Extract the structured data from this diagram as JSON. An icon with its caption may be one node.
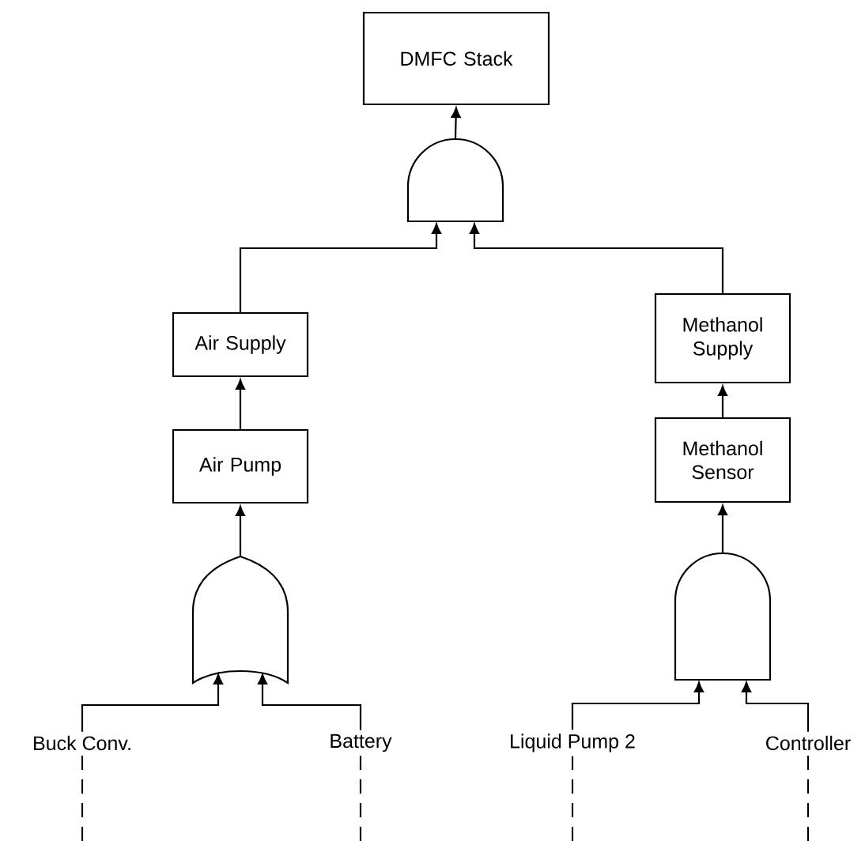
{
  "diagram": {
    "nodes": [
      {
        "text": [
          "DMFC Stack"
        ]
      },
      {
        "text": [],
        "shape": "and-gate"
      },
      {
        "text": [
          "Air Supply"
        ]
      },
      {
        "text": [
          "Methanol Supply"
        ]
      },
      {
        "text": [
          "Air Pump"
        ]
      },
      {
        "text": [
          "Methanol Sensor"
        ]
      },
      {
        "text": [],
        "shape": "or-gate"
      },
      {
        "text": [],
        "shape": "and-gate"
      },
      {
        "text": [
          "Buck Conv."
        ]
      },
      {
        "text": [
          "Battery"
        ]
      },
      {
        "text": [
          "Liquid Pump 2"
        ]
      },
      {
        "text": [
          "Controller"
        ]
      }
    ],
    "edges": [
      {
        "from": 1,
        "to": 0,
        "arrow": "to"
      },
      {
        "from": 2,
        "to": 1,
        "arrow": "to"
      },
      {
        "from": 3,
        "to": 1,
        "arrow": "to"
      },
      {
        "from": 4,
        "to": 2,
        "arrow": "to"
      },
      {
        "from": 5,
        "to": 3,
        "arrow": "to"
      },
      {
        "from": 6,
        "to": 4,
        "arrow": "to"
      },
      {
        "from": 7,
        "to": 5,
        "arrow": "to"
      },
      {
        "from": 8,
        "to": 6,
        "arrow": "to"
      },
      {
        "from": 9,
        "to": 6,
        "arrow": "to"
      },
      {
        "from": 10,
        "to": 7,
        "arrow": "to"
      },
      {
        "from": 11,
        "to": 7,
        "arrow": "to"
      },
      {
        "from": null,
        "to": 8,
        "arrow": "none",
        "style": "dashed"
      },
      {
        "from": null,
        "to": 9,
        "arrow": "none",
        "style": "dashed"
      },
      {
        "from": null,
        "to": 10,
        "arrow": "none",
        "style": "dashed"
      },
      {
        "from": null,
        "to": 11,
        "arrow": "none",
        "style": "dashed"
      }
    ]
  }
}
